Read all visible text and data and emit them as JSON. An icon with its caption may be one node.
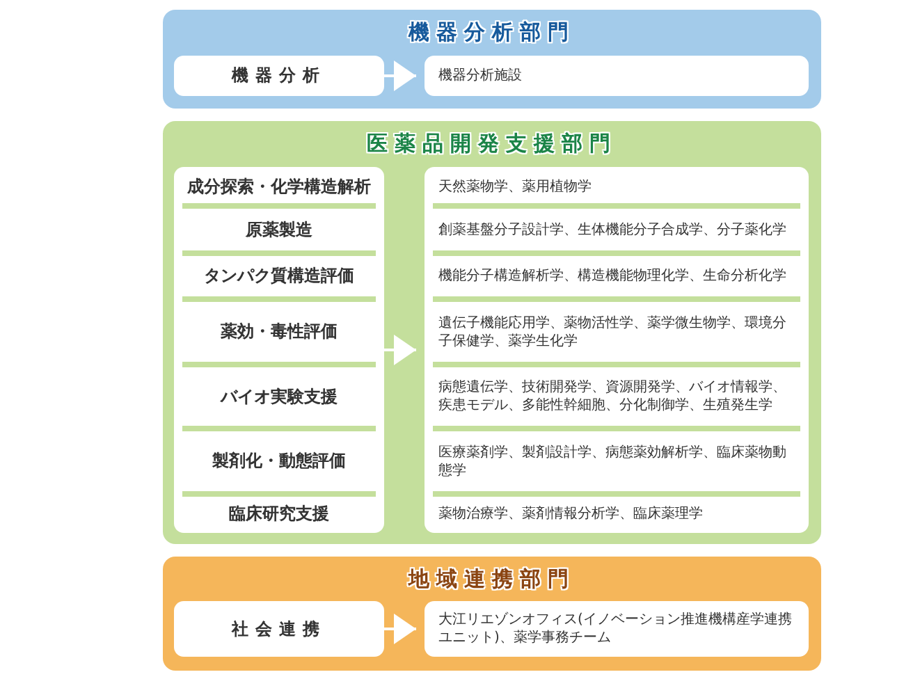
{
  "diagram": {
    "nodes": [
      {
        "text": [
          "機器分析部門"
        ]
      },
      {
        "text": [
          "機器分析"
        ],
        "in": 0
      },
      {
        "text": [
          "機器分析施設"
        ],
        "in": 0
      },
      {
        "text": [
          "医薬品開発支援部門"
        ]
      },
      {
        "text": [
          "成分探索・化学構造解析",
          "原薬製造",
          "タンパク質構造評価",
          "薬効・毒性評価",
          "バイオ実験支援",
          "製剤化・動態評価",
          "臨床研究支援"
        ],
        "in": 3
      },
      {
        "text": [
          "天然薬物学、薬用植物学",
          "創薬基盤分子設計学、生体機能分子合成学、分子薬化学",
          "機能分子構造解析学、構造機能物理化学、生命分析化学",
          "遺伝子機能応用学、薬物活性学、薬学微生物学、環境分子保健学、薬学生化学",
          "病態遺伝学、技術開発学、資源開発学、バイオ情報学、疾患モデル、多能性幹細胞、分化制御学、生殖発生学",
          "医療薬剤学、製剤設計学、病態薬効解析学、臨床薬物動態学",
          "薬物治療学、薬剤情報分析学、臨床薬理学"
        ],
        "in": 3
      },
      {
        "text": [
          "地域連携部門"
        ]
      },
      {
        "text": [
          "社会連携"
        ],
        "in": 6
      },
      {
        "text": [
          "大江リエゾンオフィス(イノベーション推進機構産学連携ユニット)、薬学事務チーム"
        ],
        "in": 6
      }
    ],
    "edges": [
      {
        "from": 1,
        "to": 2,
        "arrow": "to"
      },
      {
        "from": 4,
        "to": 5,
        "arrow": "to"
      },
      {
        "from": 7,
        "to": 8,
        "arrow": "to"
      }
    ]
  }
}
